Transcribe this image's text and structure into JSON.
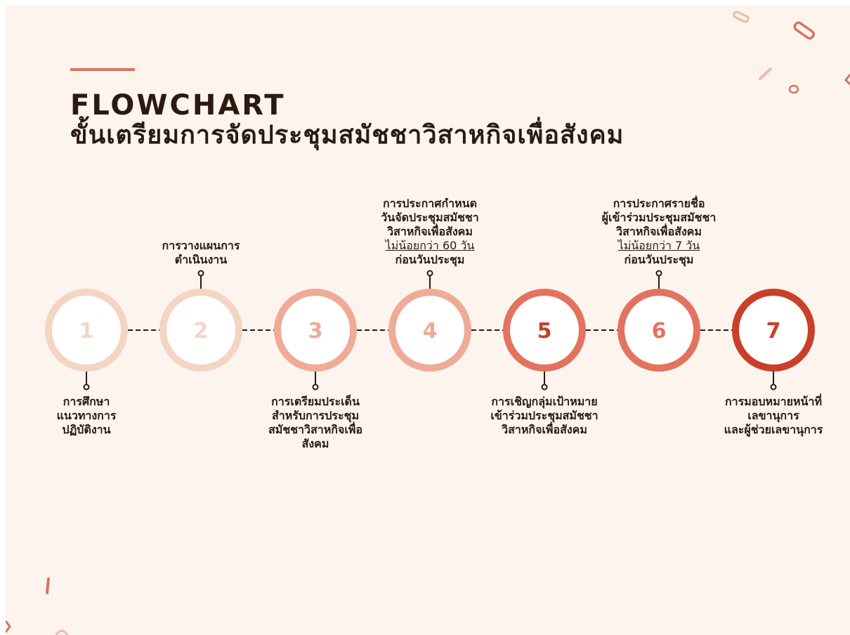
{
  "header": {
    "title_line1": "FLOWCHART",
    "title_line2": "ขั้นเตรียมการจัดประชุมสมัชชาวิสาหกิจเพื่อสังคม"
  },
  "steps": [
    {
      "number": "1",
      "label_position": "bottom",
      "label_lines": [
        "การศึกษา",
        "แนวทางการ",
        "ปฏิบัติงาน"
      ],
      "ring_color": "#f3d5c4",
      "number_color": "#f3d5c4"
    },
    {
      "number": "2",
      "label_position": "top",
      "label_lines": [
        "การวางแผนการ",
        "ดำเนินงาน"
      ],
      "ring_color": "#f3d5c4",
      "number_color": "#f3d5c4"
    },
    {
      "number": "3",
      "label_position": "bottom",
      "label_lines": [
        "การเตรียมประเด็น",
        "สำหรับการประชุม",
        "สมัชชาวิสาหกิจเพื่อ",
        "สังคม"
      ],
      "ring_color": "#eeab98",
      "number_color": "#eeab98"
    },
    {
      "number": "4",
      "label_position": "top",
      "label_lines": [
        "การประกาศกำหนด",
        "วันจัดประชุมสมัชชา",
        "วิสาหกิจเพื่อสังคม"
      ],
      "label_underline": "ไม่น้อยกว่า 60 วัน",
      "label_after": "ก่อนวันประชุม",
      "ring_color": "#eeab98",
      "number_color": "#eeab98"
    },
    {
      "number": "5",
      "label_position": "bottom",
      "label_lines": [
        "การเชิญกลุ่มเป้าหมาย",
        "เข้าร่วมประชุมสมัชชา",
        "วิสาหกิจเพื่อสังคม"
      ],
      "ring_color": "#e3735f",
      "number_color": "#c8402a"
    },
    {
      "number": "6",
      "label_position": "top",
      "label_lines": [
        "การประกาศรายชื่อ",
        "ผู้เข้าร่วมประชุมสมัชชา",
        "วิสาหกิจเพื่อสังคม"
      ],
      "label_underline": "ไม่น้อยกว่า 7 วัน",
      "label_after": "ก่อนวันประชุม",
      "ring_color": "#e3735f",
      "number_color": "#e3735f"
    },
    {
      "number": "7",
      "label_position": "bottom",
      "label_lines": [
        "การมอบหมายหน้าที่",
        "เลขานุการ",
        "และผู้ช่วยเลขานุการ"
      ],
      "ring_color": "#c8402a",
      "number_color": "#c8402a"
    }
  ],
  "colors": {
    "background": "#fdf4ee",
    "text": "#2b1a10",
    "accent": "#d9735f",
    "connector": "#2b1a10"
  },
  "icons": [
    "confetti-decoration"
  ]
}
